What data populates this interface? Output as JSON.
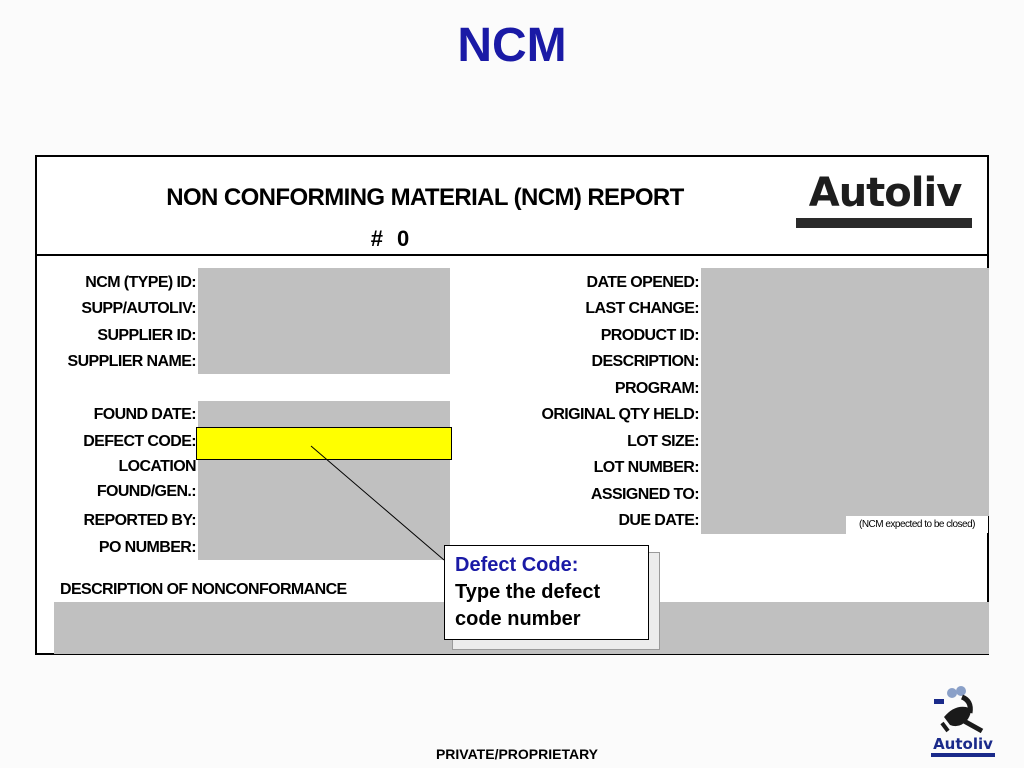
{
  "slide": {
    "title": "NCM",
    "footer": "PRIVATE/PROPRIETARY",
    "corner_logo_text": "Autoliv",
    "colors": {
      "title": "#1a1aa6",
      "highlight": "#ffff00",
      "field": "#c0c0c0"
    }
  },
  "report": {
    "title": "NON CONFORMING MATERIAL (NCM) REPORT",
    "number_prefix": "#",
    "number": "0",
    "logo_text": "Autoliv"
  },
  "fields_left": [
    {
      "label": "NCM (TYPE) ID:"
    },
    {
      "label": "SUPP/AUTOLIV:"
    },
    {
      "label": "SUPPLIER ID:"
    },
    {
      "label": "SUPPLIER NAME:"
    },
    {
      "label": "FOUND DATE:"
    },
    {
      "label": "DEFECT CODE:"
    },
    {
      "label": "LOCATION"
    },
    {
      "label": "FOUND/GEN.:"
    },
    {
      "label": "REPORTED BY:"
    },
    {
      "label": "PO NUMBER:"
    }
  ],
  "fields_right": [
    {
      "label": "DATE OPENED:"
    },
    {
      "label": "LAST CHANGE:"
    },
    {
      "label": "PRODUCT ID:"
    },
    {
      "label": "DESCRIPTION:"
    },
    {
      "label": "PROGRAM:"
    },
    {
      "label": "ORIGINAL QTY HELD:"
    },
    {
      "label": "LOT SIZE:"
    },
    {
      "label": "LOT NUMBER:"
    },
    {
      "label": "ASSIGNED TO:"
    },
    {
      "label": "DUE DATE:"
    }
  ],
  "due_date_note": "(NCM expected to be closed)",
  "description_label": "DESCRIPTION OF NONCONFORMANCE",
  "callout": {
    "title": "Defect Code:",
    "body": "Type the defect code number"
  }
}
